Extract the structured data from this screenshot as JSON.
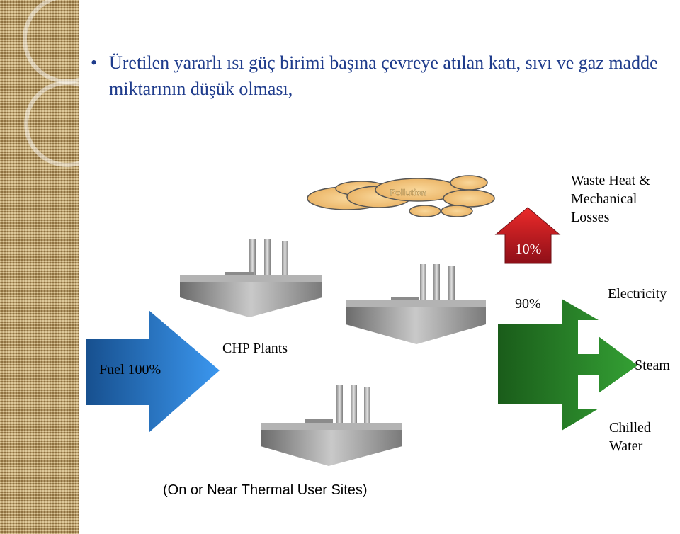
{
  "bullet": {
    "text": "Üretilen yararlı ısı güç birimi başına çevreye atılan katı, sıvı ve gaz madde miktarının düşük olması,"
  },
  "diagram": {
    "pollution_label": "Pollution",
    "waste_percent": "10%",
    "waste_label_1": "Waste Heat &",
    "waste_label_2": "Mechanical",
    "waste_label_3": "Losses",
    "useful_percent": "90%",
    "fuel_label": "Fuel 100%",
    "plants_label": "CHP Plants",
    "site_label": "(On or Near Thermal User Sites)",
    "outputs": {
      "electricity": "Electricity",
      "steam": "Steam",
      "chilled_1": "Chilled",
      "chilled_2": "Water"
    }
  },
  "colors": {
    "bullet_text": "#1f3c8c",
    "fuel_arrow": "#2e86e0",
    "waste_arrow": "#d8202a",
    "output_arrow": "#2d8a2d",
    "pollution_cloud": "#f3c57a"
  }
}
